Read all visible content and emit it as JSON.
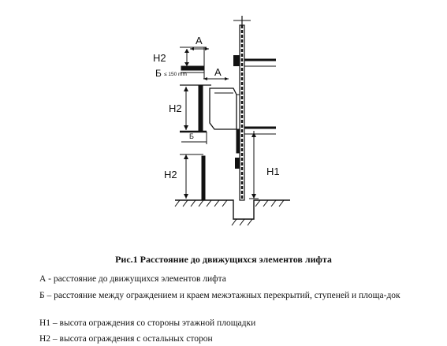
{
  "diagram": {
    "labels": {
      "a_top": "А",
      "a_mid": "А",
      "b_top": "Б",
      "b_top_value": "≤ 150 mm",
      "b_low": "Б",
      "h2_top": "H2",
      "h2_mid": "H2",
      "h2_low": "H2",
      "h1": "H1"
    }
  },
  "caption": "Рис.1 Расстояние до движущихся элементов лифта",
  "legend": [
    {
      "text": "А - расстояние до движущихся элементов лифта"
    },
    {
      "text": "Б – расстояние между ограждением и краем межэтажных перекрытий, ступеней и площа-док"
    },
    {
      "text": "Н1 – высота ограждения со стороны этажной площадки"
    },
    {
      "text": "Н2 – высота ограждения с остальных сторон"
    }
  ]
}
